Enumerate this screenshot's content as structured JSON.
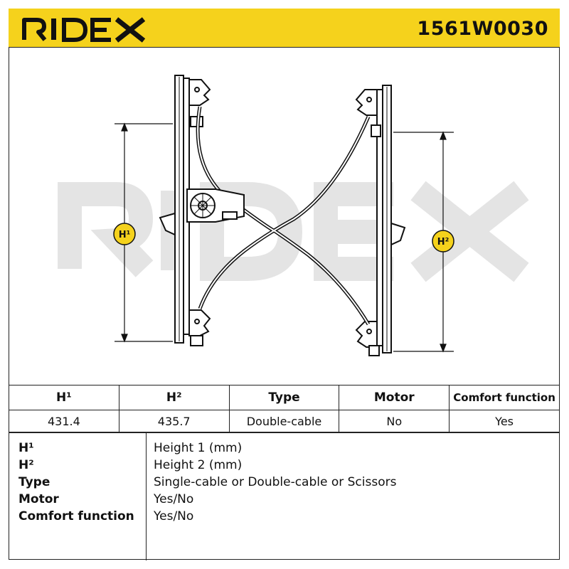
{
  "header": {
    "brand": "RIDEX",
    "part_number": "1561W0030",
    "background_color": "#f5d21c"
  },
  "drawing": {
    "watermark": "RIDEX",
    "dimension_labels": {
      "h1": "H¹",
      "h2": "H²"
    },
    "badge_color": "#f5d21c"
  },
  "specs": {
    "headers": [
      "H¹",
      "H²",
      "Type",
      "Motor",
      "Comfort function"
    ],
    "values": [
      "431.4",
      "435.7",
      "Double-cable",
      "No",
      "Yes"
    ]
  },
  "legend": [
    {
      "key": "H¹",
      "value": "Height 1 (mm)"
    },
    {
      "key": "H²",
      "value": "Height 2 (mm)"
    },
    {
      "key": "Type",
      "value": "Single-cable or Double-cable or Scissors"
    },
    {
      "key": "Motor",
      "value": "Yes/No"
    },
    {
      "key": "Comfort function",
      "value": "Yes/No"
    }
  ]
}
